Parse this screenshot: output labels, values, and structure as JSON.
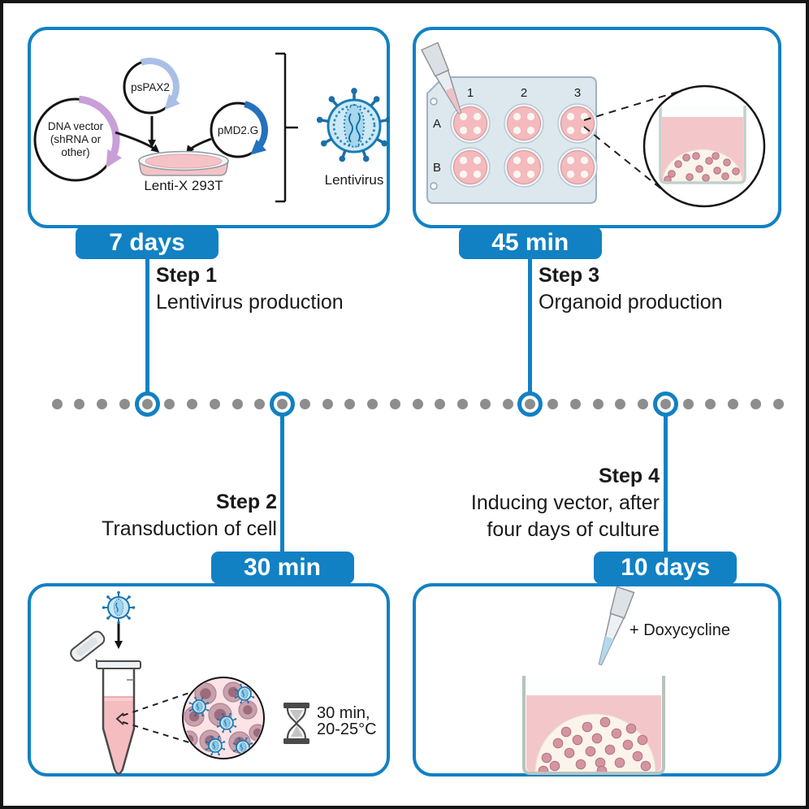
{
  "colors": {
    "accent": "#1181c3",
    "timeline_dot": "#8d8d8d",
    "text": "#1a1a1a",
    "plasmid_dna_arrow": "#c89fd8",
    "plasmid_pspax2_arrow": "#aabfe6",
    "plasmid_pmd2g_arrow": "#2471bd"
  },
  "timeline": {
    "steps": [
      {
        "label": "Step 1",
        "duration": "7 days",
        "description": [
          "Lentivirus production"
        ]
      },
      {
        "label": "Step 2",
        "duration": "30 min",
        "description": [
          "Transduction of cell"
        ]
      },
      {
        "label": "Step 3",
        "duration": "45 min",
        "description": [
          "Organoid production"
        ]
      },
      {
        "label": "Step 4",
        "duration": "10 days",
        "description": [
          "Inducing vector, after",
          "four days of culture"
        ]
      }
    ]
  },
  "panels": {
    "lentivirus_production": {
      "plasmid_dna_label": [
        "DNA vector",
        "(shRNA or",
        "other)"
      ],
      "plasmid_pspax2_label": "psPAX2",
      "plasmid_pmd2g_label": "pMD2.G",
      "dish_label": "Lenti-X 293T",
      "virus_label": "Lentivirus"
    },
    "organoid_production": {
      "column_labels": [
        "1",
        "2",
        "3"
      ],
      "row_labels": [
        "A",
        "B"
      ]
    },
    "transduction": {
      "incubation": [
        "30 min,",
        "20-25°C"
      ]
    },
    "induction": {
      "reagent_label": "+ Doxycycline"
    }
  }
}
